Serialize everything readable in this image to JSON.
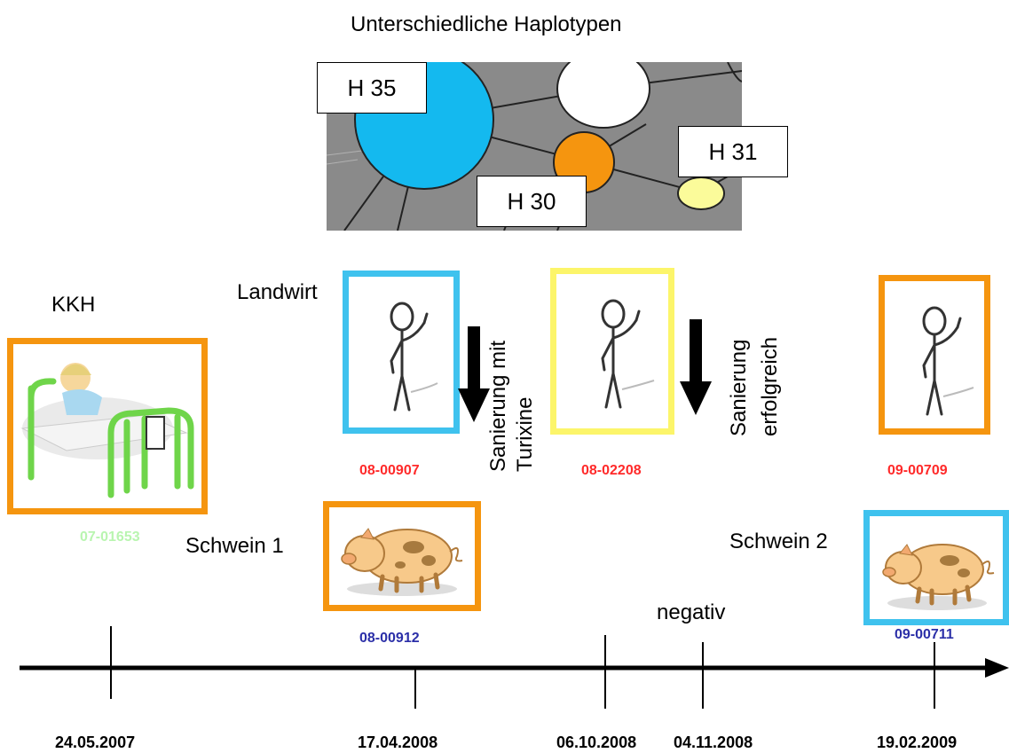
{
  "title": "Unterschiedliche Haplotypen",
  "haplotypes": {
    "h35": "H 35",
    "h30": "H 30",
    "h31": "H 31"
  },
  "labels": {
    "kkh": "KKH",
    "landwirt": "Landwirt",
    "schwein1": "Schwein 1",
    "schwein2": "Schwein 2",
    "negativ": "negativ"
  },
  "arrow_texts": {
    "sanierung_mit_line1": "Sanierung mit",
    "sanierung_mit_line2": "Turixine",
    "sanierung_erfolg_line1": "Sanierung",
    "sanierung_erfolg_line2": "erfolgreich"
  },
  "codes": {
    "kkh": "07-01653",
    "landwirt1": "08-00907",
    "landwirt2": "08-02208",
    "landwirt3": "09-00709",
    "schwein1": "08-00912",
    "schwein2": "09-00711"
  },
  "dates": [
    "24.05.2007",
    "17.04.2008",
    "06.10.2008",
    "04.11.2008",
    "19.02.2009"
  ],
  "colors": {
    "orange_frame": "#f5950f",
    "blue_frame": "#3fc2ee",
    "yellow_frame": "#fcf56a",
    "code_red": "#ff2a2a",
    "code_blue": "#2b2fa8",
    "code_green": "#b9f5b0",
    "haplotype_h35": "#14b9ef",
    "haplotype_h30": "#f5950f",
    "haplotype_h31": "#fbfb9a",
    "network_bg": "#8a8a8a"
  },
  "icons": [
    "hospital-bed-icon",
    "stick-figure-icon",
    "pig-icon",
    "down-arrow-icon"
  ]
}
